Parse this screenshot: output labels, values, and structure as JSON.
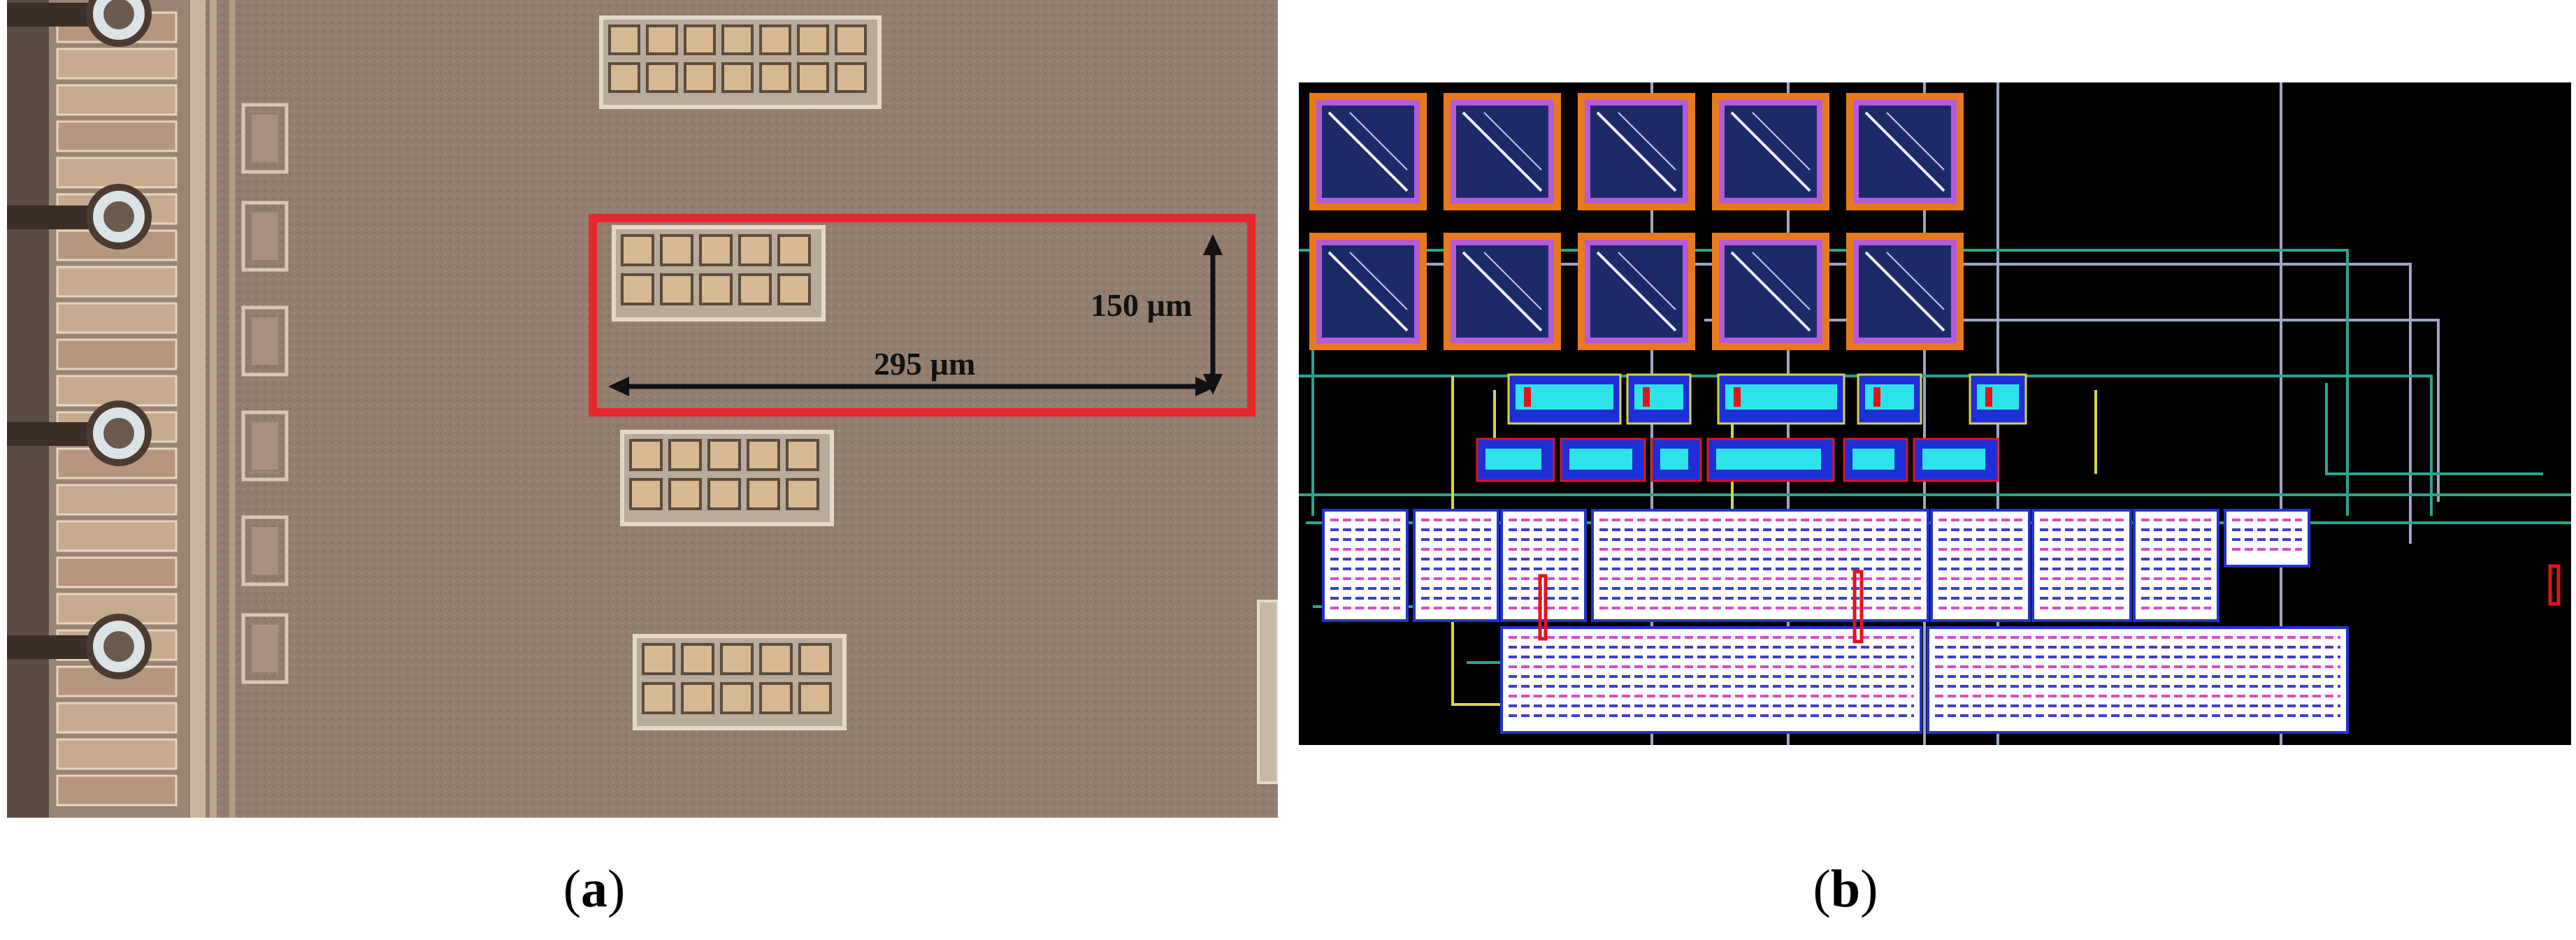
{
  "panel_a": {
    "height_label": "150 µm",
    "width_label": "295 µm",
    "highlight_color": "#e5282c",
    "substrate_color": "#8f7a6c"
  },
  "panel_b": {
    "background_color": "#000000",
    "pad_colors": {
      "frame": "#e87a1e",
      "inner": "#b35bd8",
      "fill": "#1c2a6a"
    }
  },
  "captions": {
    "a": {
      "open": "(",
      "letter": "a",
      "close": ")"
    },
    "b": {
      "open": "(",
      "letter": "b",
      "close": ")"
    }
  }
}
